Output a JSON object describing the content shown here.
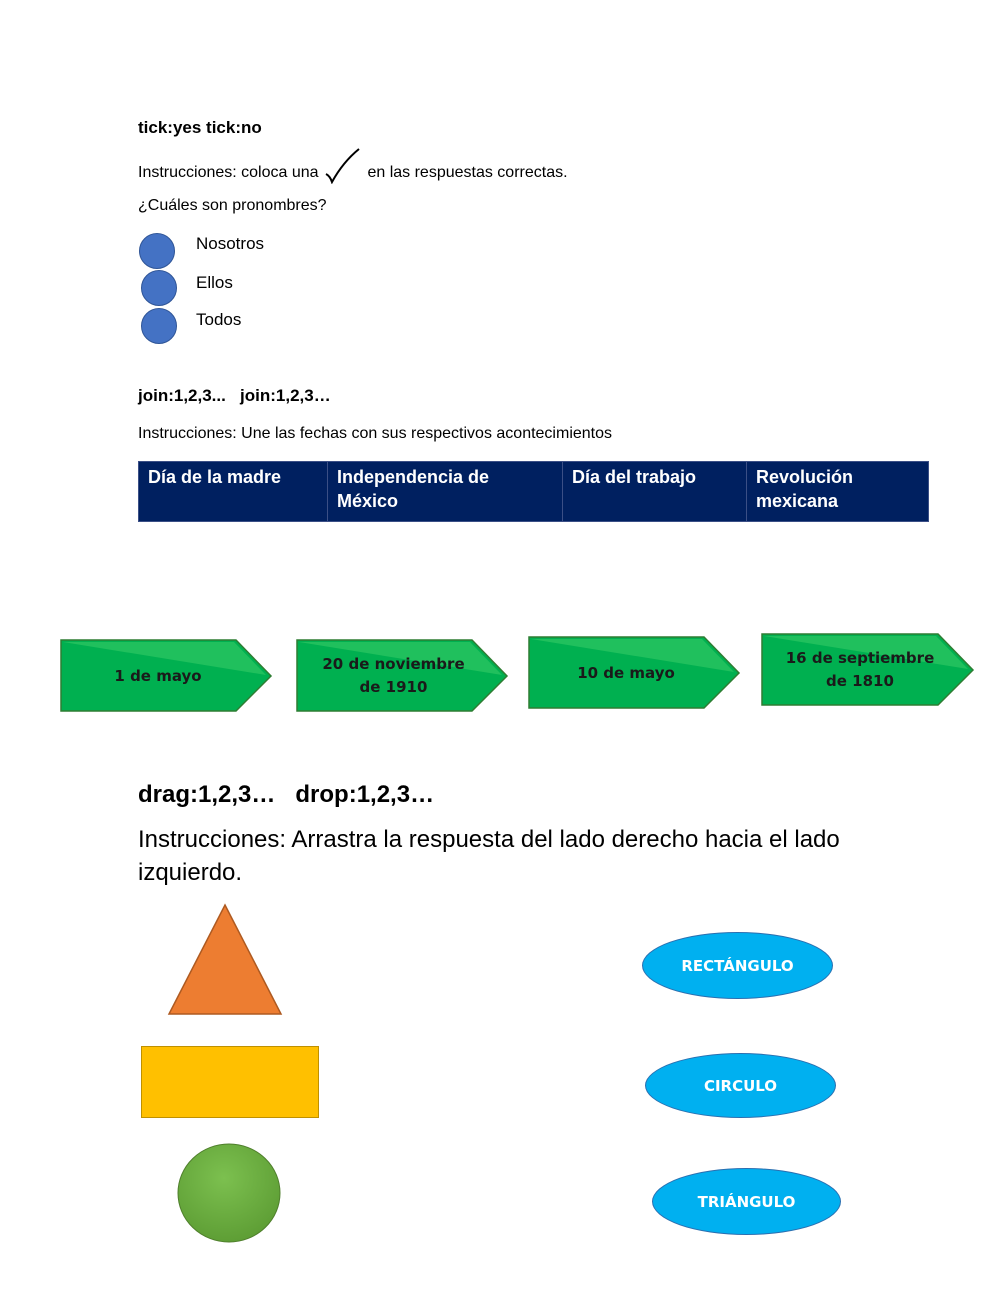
{
  "section1": {
    "heading": "tick:yes tick:no",
    "instruction_before": "Instrucciones: coloca una",
    "check_symbol": "✓",
    "instruction_after": "en las respuestas correctas.",
    "question": "¿Cuáles son pronombres?",
    "options": [
      "Nosotros",
      "Ellos",
      "Todos"
    ],
    "radio_color": "#4472c4"
  },
  "section2": {
    "heading": "join:1,2,3...   join:1,2,3…",
    "instruction": "Instrucciones: Une las fechas con sus respectivos acontecimientos",
    "events": [
      "Día de la madre",
      "Independencia de México",
      "Día del trabajo",
      "Revolución mexicana"
    ],
    "dates": [
      "1 de mayo",
      "20 de noviembre de 1910",
      "10 de mayo",
      "16 de septiembre de 1810"
    ],
    "table_color": "#002060",
    "arrow_color": "#00b050"
  },
  "section3": {
    "heading": "drag:1,2,3…   drop:1,2,3…",
    "instruction": "Instrucciones: Arrastra la respuesta del lado derecho hacia el lado izquierdo.",
    "shapes": [
      "triangle",
      "rectangle",
      "circle"
    ],
    "answers": [
      "RECTÁNGULO",
      "CIRCULO",
      "TRIÁNGULO"
    ],
    "answer_color": "#00b0f0"
  }
}
